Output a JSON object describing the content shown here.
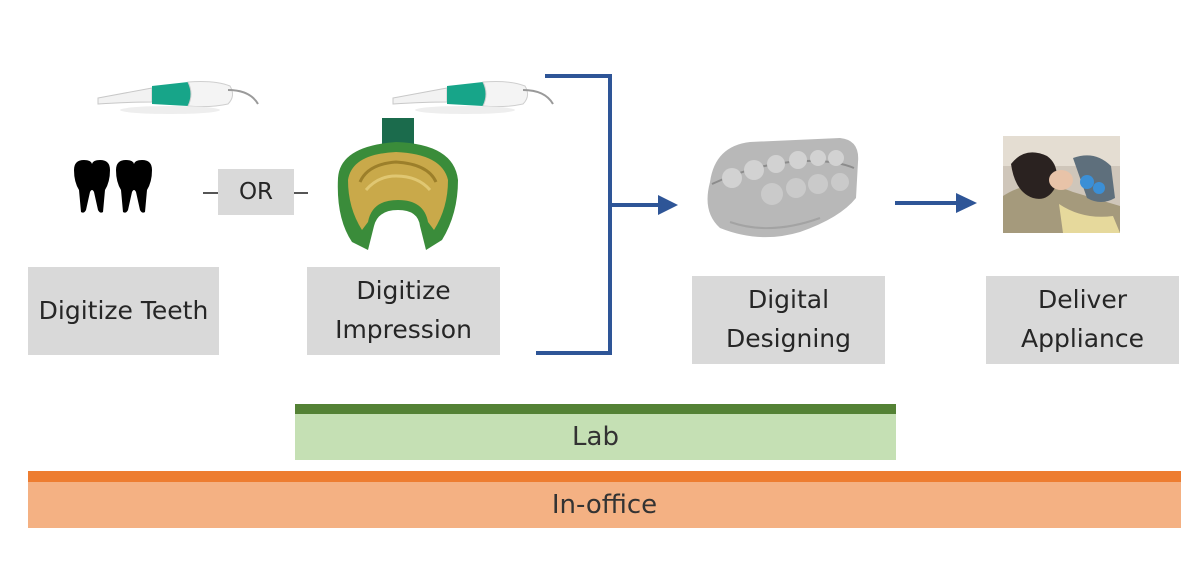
{
  "steps": {
    "digitize_teeth": "Digitize Teeth",
    "or_label": "OR",
    "digitize_impression_l1": "Digitize",
    "digitize_impression_l2": "Impression",
    "digital_designing_l1": "Digital",
    "digital_designing_l2": "Designing",
    "deliver_appliance_l1": "Deliver",
    "deliver_appliance_l2": "Appliance"
  },
  "bands": {
    "lab": "Lab",
    "in_office": "In-office"
  },
  "colors": {
    "box_gray": "#d9d9d9",
    "arrow_blue": "#2e5597",
    "lab_dark": "#548235",
    "lab_light": "#c5e0b4",
    "office_dark": "#ed7d31",
    "office_light": "#f4b183",
    "scanner_green": "#17a589"
  },
  "icons": [
    "intraoral-scanner-icon",
    "teeth-icon",
    "impression-tray-icon",
    "dental-model-icon",
    "patient-photo-icon"
  ]
}
